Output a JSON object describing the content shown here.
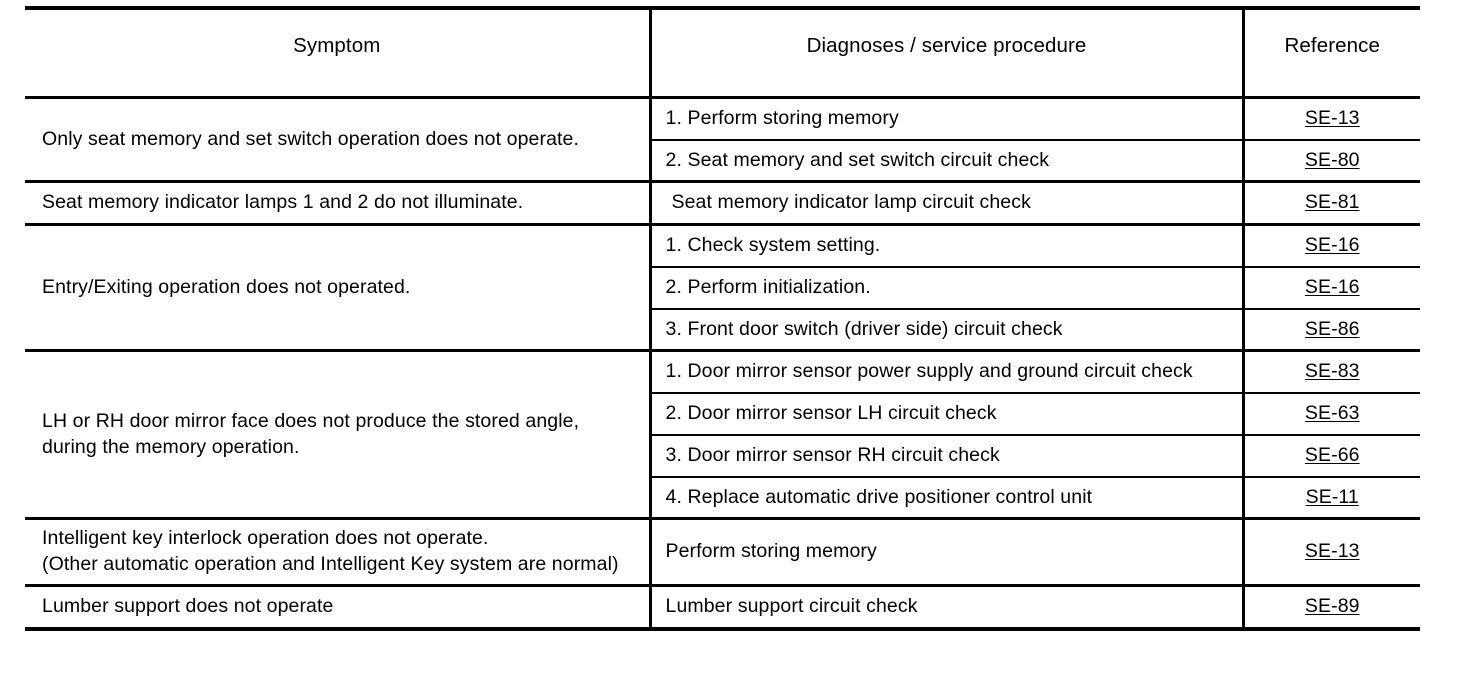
{
  "table": {
    "columns": {
      "symptom": "Symptom",
      "diagnoses": "Diagnoses / service procedure",
      "reference": "Reference"
    },
    "groups": [
      {
        "symptom": "Only seat memory and set switch operation does not operate.",
        "rows": [
          {
            "procedure": "1. Perform storing memory",
            "reference": "SE-13"
          },
          {
            "procedure": "2. Seat memory and set switch circuit check",
            "reference": "SE-80"
          }
        ]
      },
      {
        "symptom": "Seat memory indicator lamps 1 and 2 do not illuminate.",
        "rows": [
          {
            "procedure": "Seat memory indicator lamp circuit check",
            "reference": "SE-81",
            "indent": true
          }
        ]
      },
      {
        "symptom": "Entry/Exiting operation does not operated.",
        "rows": [
          {
            "procedure": "1. Check system setting.",
            "reference": "SE-16"
          },
          {
            "procedure": "2. Perform initialization.",
            "reference": "SE-16"
          },
          {
            "procedure": "3. Front door switch (driver side) circuit check",
            "reference": "SE-86"
          }
        ]
      },
      {
        "symptom": "LH or RH door mirror face does not produce the stored angle, during the memory operation.",
        "rows": [
          {
            "procedure": "1. Door mirror sensor power supply and ground circuit check",
            "reference": "SE-83"
          },
          {
            "procedure": "2. Door mirror sensor LH circuit check",
            "reference": "SE-63"
          },
          {
            "procedure": "3. Door mirror sensor RH circuit check",
            "reference": "SE-66"
          },
          {
            "procedure": "4. Replace automatic drive positioner control unit",
            "reference": "SE-11"
          }
        ]
      },
      {
        "symptom": "Intelligent key interlock operation does not operate.\n(Other automatic operation and Intelligent Key system are normal)",
        "rows": [
          {
            "procedure": "Perform storing memory",
            "reference": "SE-13"
          }
        ]
      },
      {
        "symptom": "Lumber support does not operate",
        "rows": [
          {
            "procedure": "Lumber support circuit check",
            "reference": "SE-89"
          }
        ]
      }
    ]
  },
  "style": {
    "text_color": "#000000",
    "rule_color": "#000000",
    "background": "#ffffff"
  }
}
